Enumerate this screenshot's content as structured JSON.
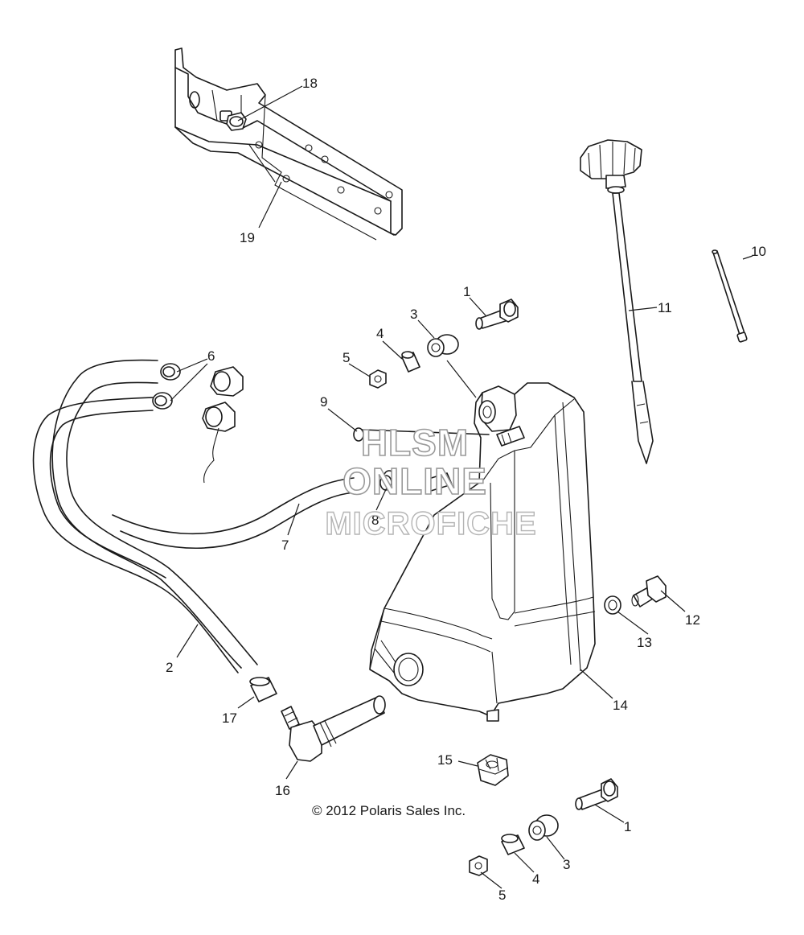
{
  "callouts": [
    {
      "id": "c18",
      "label": "18"
    },
    {
      "id": "c19",
      "label": "19"
    },
    {
      "id": "c10",
      "label": "10"
    },
    {
      "id": "c11",
      "label": "11"
    },
    {
      "id": "c1a",
      "label": "1"
    },
    {
      "id": "c3a",
      "label": "3"
    },
    {
      "id": "c4a",
      "label": "4"
    },
    {
      "id": "c5a",
      "label": "5"
    },
    {
      "id": "c6",
      "label": "6"
    },
    {
      "id": "c9",
      "label": "9"
    },
    {
      "id": "c8",
      "label": "8"
    },
    {
      "id": "c7",
      "label": "7"
    },
    {
      "id": "c2",
      "label": "2"
    },
    {
      "id": "c12",
      "label": "12"
    },
    {
      "id": "c13",
      "label": "13"
    },
    {
      "id": "c14",
      "label": "14"
    },
    {
      "id": "c17",
      "label": "17"
    },
    {
      "id": "c16",
      "label": "16"
    },
    {
      "id": "c15",
      "label": "15"
    },
    {
      "id": "c1b",
      "label": "1"
    },
    {
      "id": "c3b",
      "label": "3"
    },
    {
      "id": "c4b",
      "label": "4"
    },
    {
      "id": "c5b",
      "label": "5"
    }
  ],
  "watermark": {
    "line1": "HLSM",
    "line2": "ONLINE",
    "line3": "MICROFICHE"
  },
  "copyright": "© 2012 Polaris Sales Inc."
}
